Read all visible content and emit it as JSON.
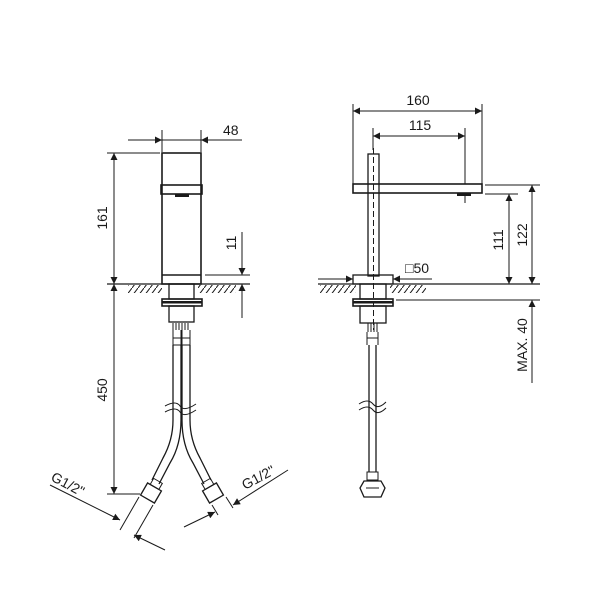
{
  "drawing": {
    "title": "Faucet technical dimension drawing",
    "stroke_color": "#1a1a1a",
    "background": "#ffffff"
  },
  "front_view": {
    "dimensions": {
      "body_width": "48",
      "body_height": "161",
      "base_thickness": "11",
      "hose_length": "450",
      "left_connection": "G1/2\"",
      "right_connection": "G1/2\""
    }
  },
  "side_view": {
    "dimensions": {
      "total_reach": "160",
      "spout_reach": "115",
      "outlet_height": "111",
      "total_height": "122",
      "base_square": "□50",
      "max_deck_thickness": "MAX. 40"
    }
  }
}
